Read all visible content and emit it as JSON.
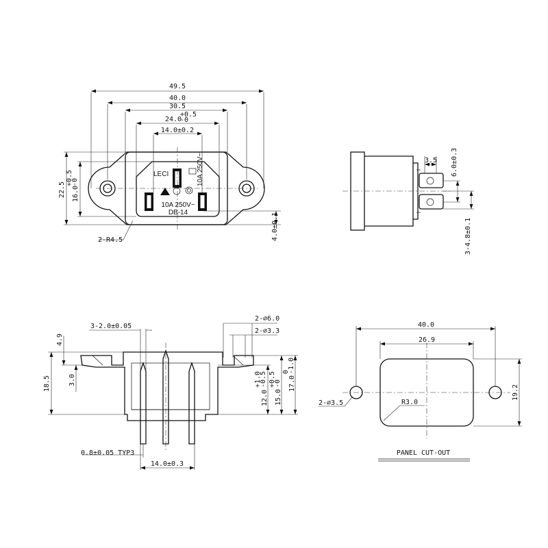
{
  "colors": {
    "line": "#111111",
    "background": "#ffffff"
  },
  "front_view": {
    "dims": {
      "overall_width": "49.5",
      "hole_spacing": "40.0",
      "body_width": "30.5",
      "inner_width_base": "24.0",
      "inner_width_tol_upper": "+0.5",
      "inner_width_tol_lower": "-0",
      "pin_spacing": "14.0±0.2",
      "overall_height": "22.5",
      "inner_height_base": "16.0",
      "inner_height_tol_upper": "+0.5",
      "inner_height_tol_lower": "-0",
      "bottom_offset": "4.0±0.1",
      "corner_radius": "2-R4.5"
    },
    "marking": {
      "brand": "LECI",
      "rating": "10A 250V~",
      "model": "DB-14",
      "small_rating": "10A 250V~"
    }
  },
  "side_view": {
    "dims": {
      "terminal_width": "3.5",
      "terminal_pitch": "6.0±0.3",
      "terminal_offset": "3-4.8±0.1"
    }
  },
  "section_view": {
    "dims": {
      "slot_width": "3-2.0±0.05",
      "mount_hole_dia": "2-⌀6.0",
      "mount_hole_thru": "2-⌀3.3",
      "flange_thickness": "4.9",
      "flange_offset": "3.0",
      "overall_depth": "18.5",
      "pin_height_base": "12.0",
      "pin_height_tol_upper": "+1.0",
      "pin_height_tol_lower": "-0.5",
      "body_height_base": "15.0",
      "body_height_tol_upper": "+0.5",
      "body_height_tol_lower": "-0",
      "total_height_base": "17.0",
      "total_height_tol_upper": "0",
      "total_height_tol_lower": "-1.0",
      "pin_thickness": "0.8±0.05 TYP3",
      "pin_spacing": "14.0±0.3"
    }
  },
  "cutout_view": {
    "title": "PANEL CUT-OUT",
    "dims": {
      "hole_spacing": "40.0",
      "opening_width": "26.9",
      "opening_height": "19.2",
      "hole_dia": "2-⌀3.5",
      "corner_radius": "R3.0"
    }
  }
}
